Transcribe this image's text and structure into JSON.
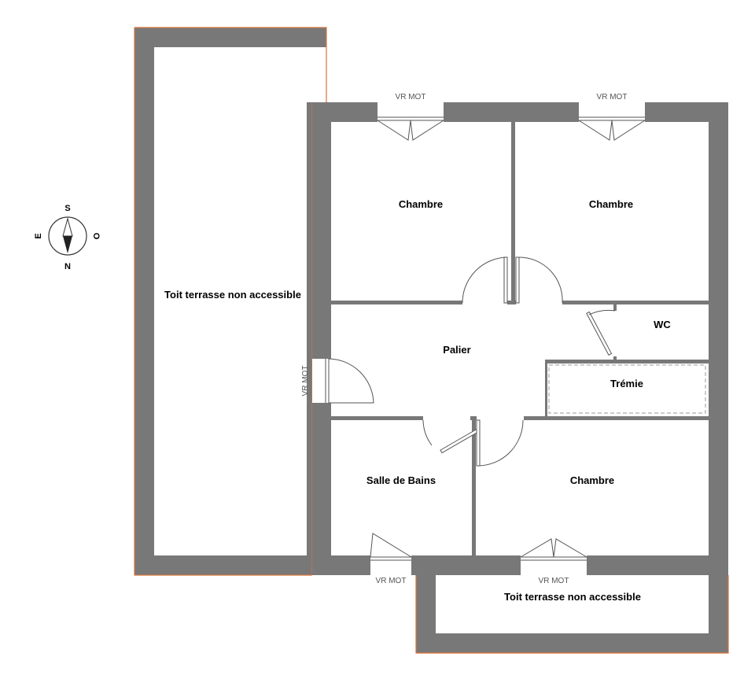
{
  "rooms": {
    "terrace_left": "Toit terrasse non accessible",
    "terrace_bottom": "Toit terrasse non accessible",
    "chambre_nw": "Chambre",
    "chambre_ne": "Chambre",
    "chambre_se": "Chambre",
    "palier": "Palier",
    "wc": "WC",
    "tremie": "Trémie",
    "salle_de_bains": "Salle de Bains"
  },
  "window_labels": {
    "top_left": "VR MOT",
    "top_right": "VR MOT",
    "left_side": "VR MOT",
    "bottom_bath": "VR MOT",
    "bottom_chambre": "VR MOT"
  },
  "compass": {
    "north": "N",
    "south": "S",
    "east": "E",
    "west": "O"
  },
  "colors": {
    "wall": "#787878",
    "terrace_edge": "#d9733a",
    "background": "#ffffff"
  }
}
